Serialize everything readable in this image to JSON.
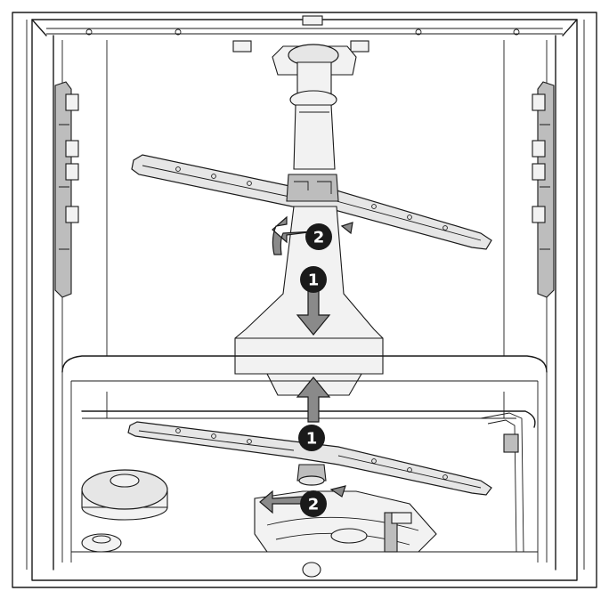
{
  "diagram": {
    "callouts": [
      {
        "id": "upper-down",
        "label": "1"
      },
      {
        "id": "upper-rotate",
        "label": "2"
      },
      {
        "id": "lower-up",
        "label": "1"
      },
      {
        "id": "lower-rotate",
        "label": "2"
      }
    ],
    "colors": {
      "line": "#1a1a1a",
      "part_fill": "#e6e6e6",
      "arrow_fill": "#8a8a8a",
      "badge_fill": "#1a1a1a"
    }
  }
}
